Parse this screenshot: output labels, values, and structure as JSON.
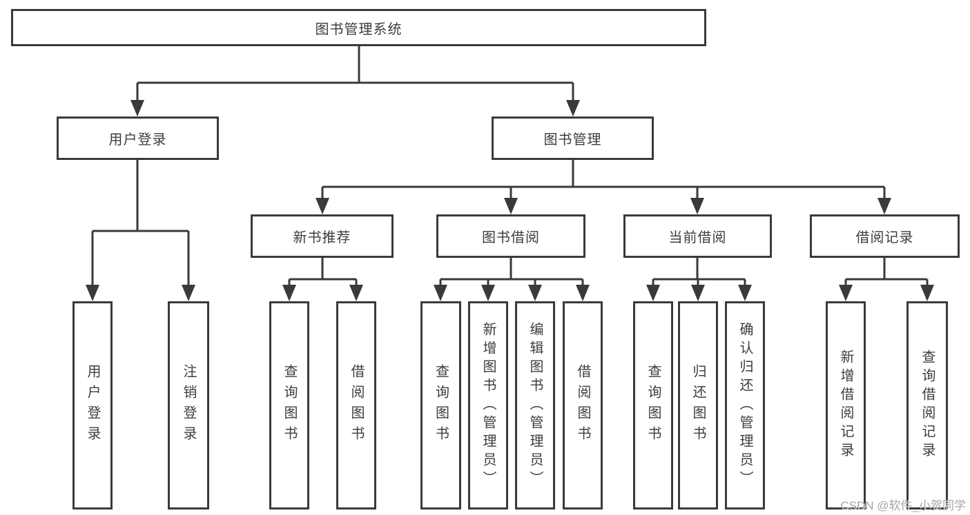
{
  "tree": {
    "root": {
      "label": "图书管理系统"
    },
    "branches": [
      {
        "label": "用户登录",
        "children": [
          {
            "label": "用户登录"
          },
          {
            "label": "注销登录"
          }
        ]
      },
      {
        "label": "图书管理",
        "children": [
          {
            "label": "新书推荐",
            "children": [
              {
                "label": "查询图书"
              },
              {
                "label": "借阅图书"
              }
            ]
          },
          {
            "label": "图书借阅",
            "children": [
              {
                "label": "查询图书"
              },
              {
                "label": "新增图书（管理员）"
              },
              {
                "label": "编辑图书（管理员）"
              },
              {
                "label": "借阅图书"
              }
            ]
          },
          {
            "label": "当前借阅",
            "children": [
              {
                "label": "查询图书"
              },
              {
                "label": "归还图书"
              },
              {
                "label": "确认归还（管理员）"
              }
            ]
          },
          {
            "label": "借阅记录",
            "children": [
              {
                "label": "新增借阅记录"
              },
              {
                "label": "查询借阅记录"
              }
            ]
          }
        ]
      }
    ]
  },
  "watermark": {
    "text": "CSDN @软件_小贺同学"
  },
  "colors": {
    "line": "#3a3a3a",
    "text": "#3d3d3d",
    "background": "#ffffff",
    "watermark": "#9e9e9e"
  }
}
